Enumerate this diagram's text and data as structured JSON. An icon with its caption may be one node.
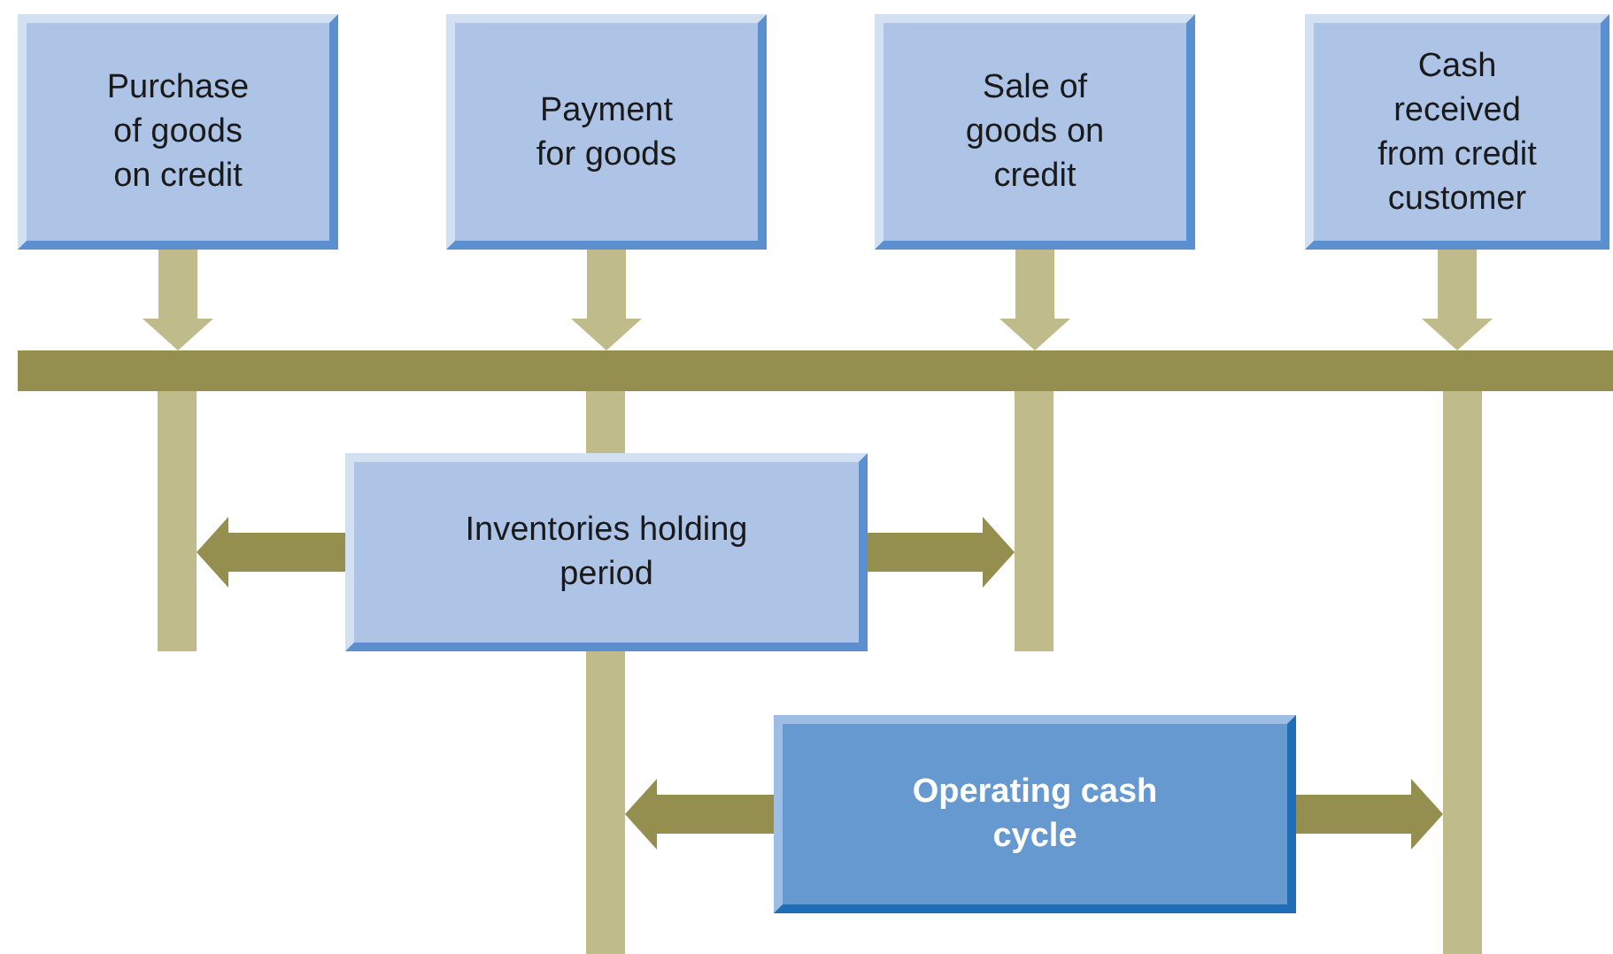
{
  "diagram": {
    "nodes": [
      {
        "text": [
          "Purchase of goods on credit"
        ]
      },
      {
        "text": [
          "Payment for goods"
        ]
      },
      {
        "text": [
          "Sale of goods on credit"
        ]
      },
      {
        "text": [
          "Cash received from credit customer"
        ]
      },
      {
        "text": [],
        "shape": "bar"
      },
      {
        "text": [
          "Inventories holding period"
        ]
      },
      {
        "text": [
          "Operating cash cycle"
        ]
      },
      {
        "text": [],
        "shape": "bar"
      },
      {
        "text": [],
        "shape": "bar"
      },
      {
        "text": [],
        "shape": "bar"
      },
      {
        "text": [],
        "shape": "bar"
      }
    ],
    "edges": [
      {
        "from": 0,
        "to": 4,
        "arrow": "to",
        "color": "#c0bb8b"
      },
      {
        "from": 1,
        "to": 4,
        "arrow": "to",
        "color": "#c0bb8b"
      },
      {
        "from": 2,
        "to": 4,
        "arrow": "to",
        "color": "#c0bb8b"
      },
      {
        "from": 3,
        "to": 4,
        "arrow": "to",
        "color": "#c0bb8b"
      },
      {
        "from": 5,
        "to": 7,
        "arrow": "to"
      },
      {
        "from": 5,
        "to": 9,
        "arrow": "to"
      },
      {
        "from": 6,
        "to": 8,
        "arrow": "to"
      },
      {
        "from": 6,
        "to": 10,
        "arrow": "to"
      }
    ]
  }
}
